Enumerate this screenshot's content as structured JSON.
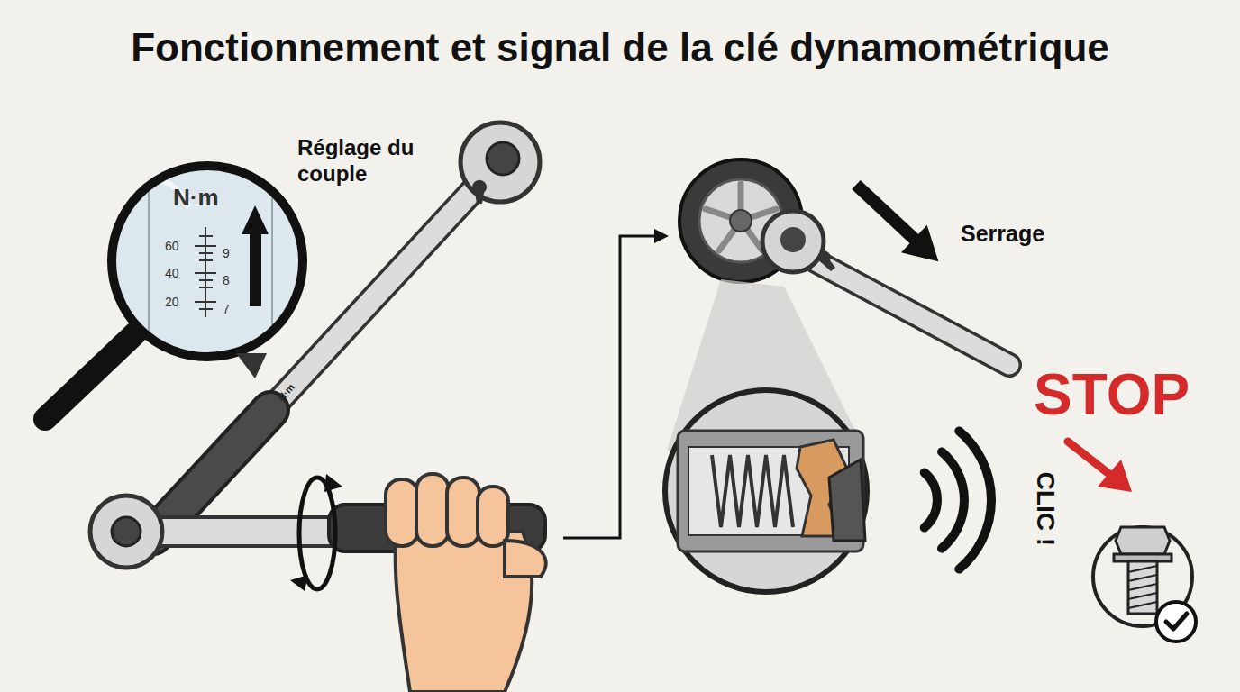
{
  "diagram": {
    "title": "Fonctionnement et signal de la clé dynamométrique",
    "labels": [
      "Réglage du couple",
      "N·m",
      "60",
      "40",
      "20",
      "9",
      "8",
      "7",
      "N·m",
      "Serrage",
      "CLIC !",
      "STOP"
    ]
  }
}
